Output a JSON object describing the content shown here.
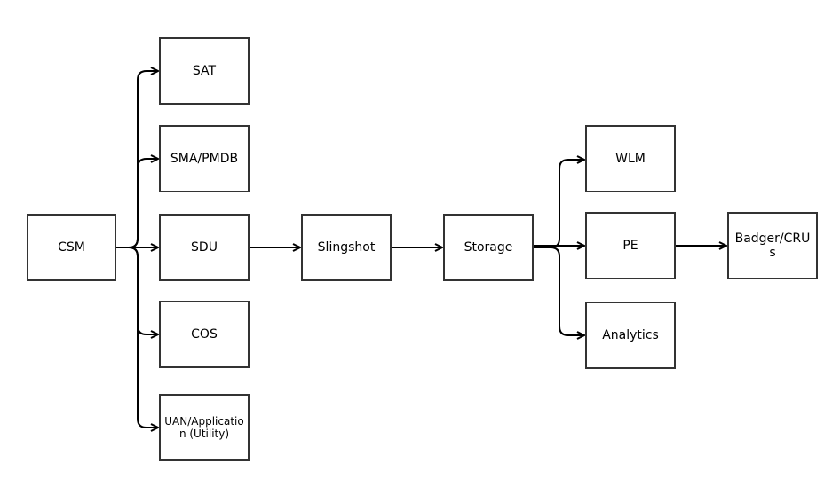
{
  "colors": {
    "stroke": "#000000",
    "box_border": "#333333",
    "background": "#ffffff"
  },
  "nodes": {
    "csm": "CSM",
    "sat": "SAT",
    "sma": "SMA/PMDB",
    "sdu": "SDU",
    "cos": "COS",
    "uan": "UAN/Application (Utility)",
    "slingshot": "Slingshot",
    "storage": "Storage",
    "wlm": "WLM",
    "pe": "PE",
    "analytics": "Analytics",
    "badger": "Badger/CRUs"
  },
  "edges": [
    {
      "from": "csm",
      "to": "sat"
    },
    {
      "from": "csm",
      "to": "sma"
    },
    {
      "from": "csm",
      "to": "sdu"
    },
    {
      "from": "csm",
      "to": "cos"
    },
    {
      "from": "csm",
      "to": "uan"
    },
    {
      "from": "sdu",
      "to": "slingshot"
    },
    {
      "from": "slingshot",
      "to": "storage"
    },
    {
      "from": "storage",
      "to": "wlm"
    },
    {
      "from": "storage",
      "to": "pe"
    },
    {
      "from": "storage",
      "to": "analytics"
    },
    {
      "from": "pe",
      "to": "badger"
    }
  ]
}
